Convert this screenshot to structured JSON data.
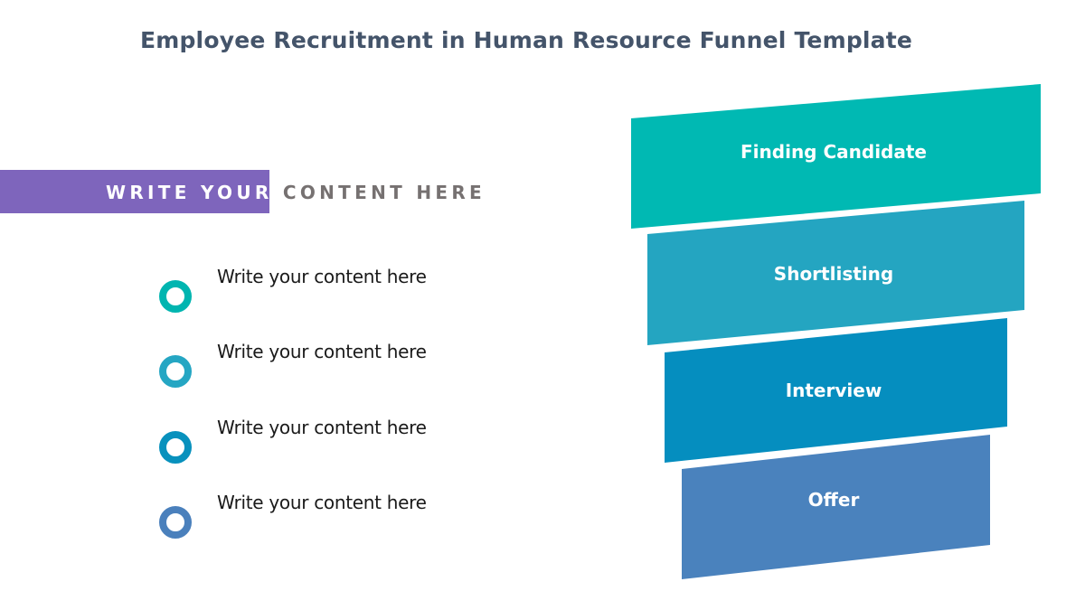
{
  "title": "Employee Recruitment in Human Resource Funnel Template",
  "banner": {
    "highlight_text": "WRITE YOUR",
    "rest_text": " CONTENT HERE",
    "highlight_color": "#7e65bc",
    "rest_color": "#767171"
  },
  "list": {
    "items": [
      {
        "text": "Write your content here",
        "ring_color": "#00b5b0"
      },
      {
        "text": "Write your content here",
        "ring_color": "#25a6c3"
      },
      {
        "text": "Write your content here",
        "ring_color": "#0891bd"
      },
      {
        "text": "Write your content here",
        "ring_color": "#4a80bc"
      }
    ]
  },
  "funnel": {
    "stages": [
      {
        "label": "Finding Candidate",
        "color": "#00b9b3"
      },
      {
        "label": "Shortlisting",
        "color": "#24a5c1"
      },
      {
        "label": "Interview",
        "color": "#058ebf"
      },
      {
        "label": "Offer",
        "color": "#4a82bd"
      }
    ]
  }
}
